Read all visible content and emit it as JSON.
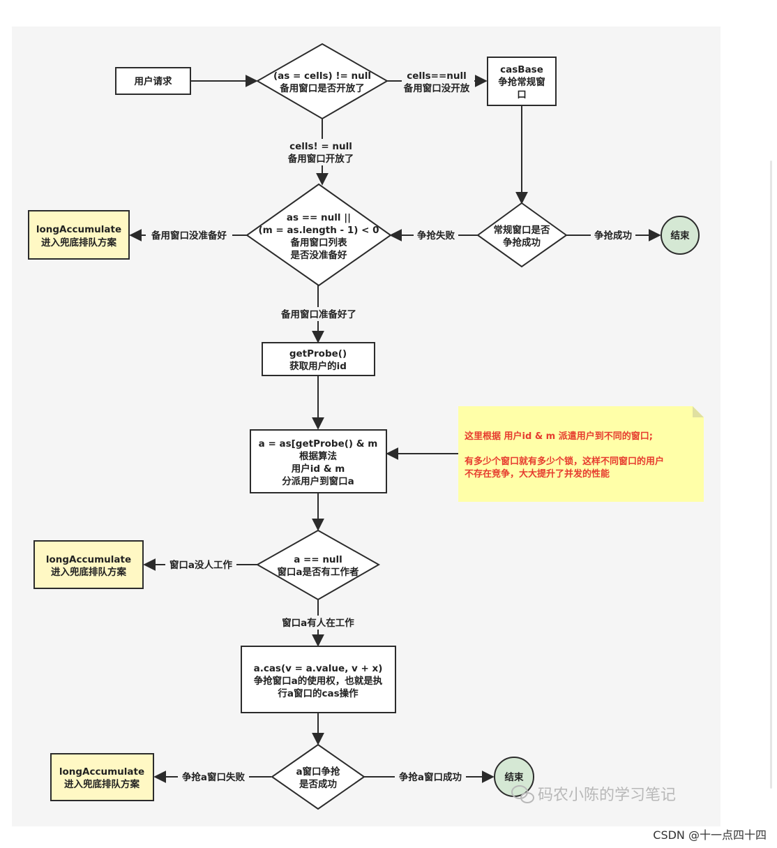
{
  "nodes": {
    "user_request": "用户请求",
    "cells_check": [
      "(as = cells) != null",
      "备用窗口是否开放了"
    ],
    "casbase": [
      "casBase",
      "争抢常规窗",
      "口"
    ],
    "as_check": [
      "as == null ||",
      "(m = as.length - 1) < 0",
      "备用窗口列表",
      "是否没准备好"
    ],
    "normal_success_check": [
      "常规窗口是否",
      "争抢成功"
    ],
    "end1": "结束",
    "long_acc_1": [
      "longAccumulate",
      "进入兜底排队方案"
    ],
    "getprobe": [
      "getProbe()",
      "获取用户的id"
    ],
    "assign": [
      "a = as[getProbe() & m",
      "根据算法",
      "用户id & m",
      "分派用户到窗口a"
    ],
    "a_null_check": [
      "a == null",
      "窗口a是否有工作者"
    ],
    "long_acc_2": [
      "longAccumulate",
      "进入兜底排队方案"
    ],
    "cas_op": [
      "a.cas(v = a.value, v + x)",
      "争抢窗口a的使用权，也就是执",
      "行a窗口的cas操作"
    ],
    "a_success_check": [
      "a窗口争抢",
      "是否成功"
    ],
    "long_acc_3": [
      "longAccumulate",
      "进入兜底排队方案"
    ],
    "end2": "结束"
  },
  "edges": {
    "cells_null": [
      "cells==null",
      "备用窗口没开放"
    ],
    "cells_not_null": [
      "cells! = null",
      "备用窗口开放了"
    ],
    "not_ready": "备用窗口没准备好",
    "grab_fail": "争抢失败",
    "grab_success": "争抢成功",
    "ready": "备用窗口准备好了",
    "no_worker": "窗口a没人工作",
    "has_worker": "窗口a有人在工作",
    "a_fail": "争抢a窗口失败",
    "a_success": "争抢a窗口成功"
  },
  "note": [
    "这里根据 用户id & m 派遣用户到不同的窗口;",
    "",
    "有多少个窗口就有多少个锁，这样不同窗口的用户",
    "不存在竞争，大大提升了并发的性能"
  ],
  "watermark": "码农小陈的学习笔记",
  "csdn": "CSDN @十一点四十四",
  "colors": {
    "note_bg": "#ffffa8",
    "note_text": "#e63b2e",
    "terminal": "#d5e8d4",
    "accumulate": "#fff8c4"
  }
}
